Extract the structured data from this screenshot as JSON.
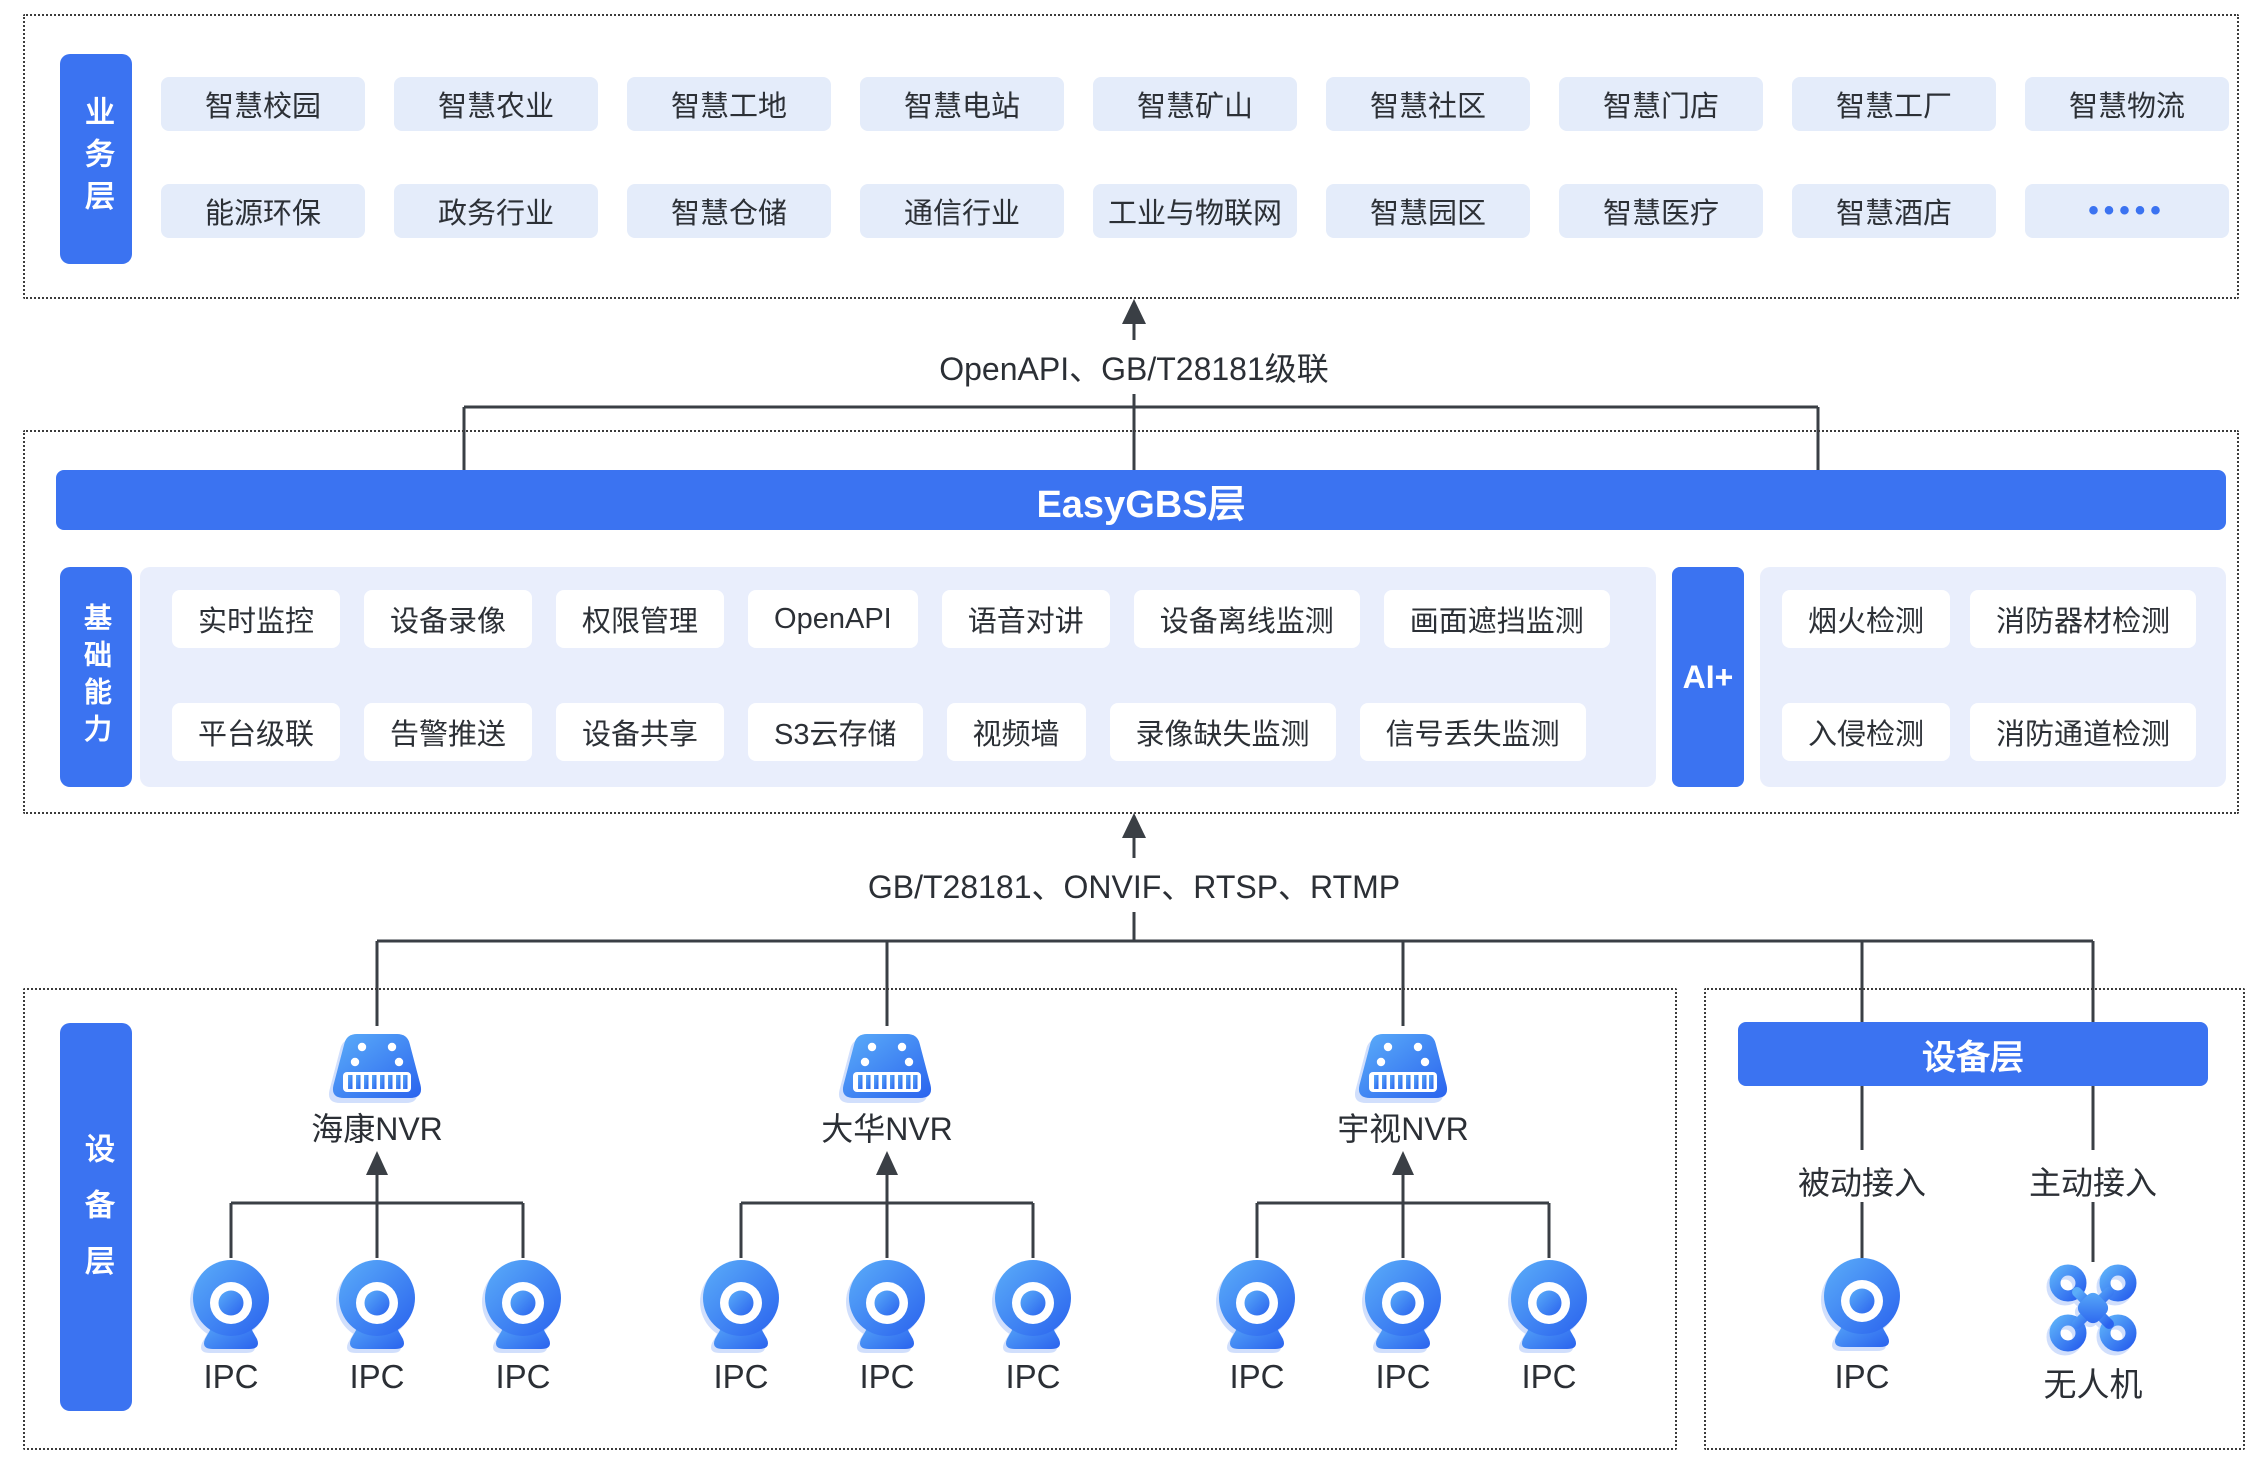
{
  "colors": {
    "accent": "#3b73f1",
    "business_chip_bg": "#e4ecfa",
    "panel_bg": "#e9eefc",
    "line": "#3a3f45"
  },
  "business": {
    "label": "业务层",
    "row1": [
      "智慧校园",
      "智慧农业",
      "智慧工地",
      "智慧电站",
      "智慧矿山",
      "智慧社区",
      "智慧门店",
      "智慧工厂",
      "智慧物流"
    ],
    "row2": [
      "能源环保",
      "政务行业",
      "智慧仓储",
      "通信行业",
      "工业与物联网",
      "智慧园区",
      "智慧医疗",
      "智慧酒店"
    ],
    "more": "•••••"
  },
  "connector_top": {
    "label": "OpenAPI、GB/T28181级联"
  },
  "gbs": {
    "banner": "EasyGBS层",
    "base_label": "基础能力",
    "base_row1": [
      "实时监控",
      "设备录像",
      "权限管理",
      "OpenAPI",
      "语音对讲",
      "设备离线监测",
      "画面遮挡监测"
    ],
    "base_row2": [
      "平台级联",
      "告警推送",
      "设备共享",
      "S3云存储",
      "视频墙",
      "录像缺失监测",
      "信号丢失监测"
    ],
    "ai_label": "AI+",
    "ai_row1": [
      "烟火检测",
      "消防器材检测"
    ],
    "ai_row2": [
      "入侵检测",
      "消防通道检测"
    ]
  },
  "connector_bottom": {
    "label": "GB/T28181、ONVIF、RTSP、RTMP"
  },
  "device": {
    "side_label": "设备层",
    "groups": [
      {
        "name": "海康NVR",
        "cameras": [
          "IPC",
          "IPC",
          "IPC"
        ]
      },
      {
        "name": "大华NVR",
        "cameras": [
          "IPC",
          "IPC",
          "IPC"
        ]
      },
      {
        "name": "宇视NVR",
        "cameras": [
          "IPC",
          "IPC",
          "IPC"
        ]
      }
    ],
    "right": {
      "banner": "设备层",
      "cols": [
        {
          "mode": "被动接入",
          "device": "IPC"
        },
        {
          "mode": "主动接入",
          "device": "无人机"
        }
      ]
    }
  },
  "icons": {
    "nvr": "nvr-recorder-icon",
    "camera": "ipc-camera-icon",
    "drone": "drone-icon",
    "ellipsis": "more-dots"
  }
}
